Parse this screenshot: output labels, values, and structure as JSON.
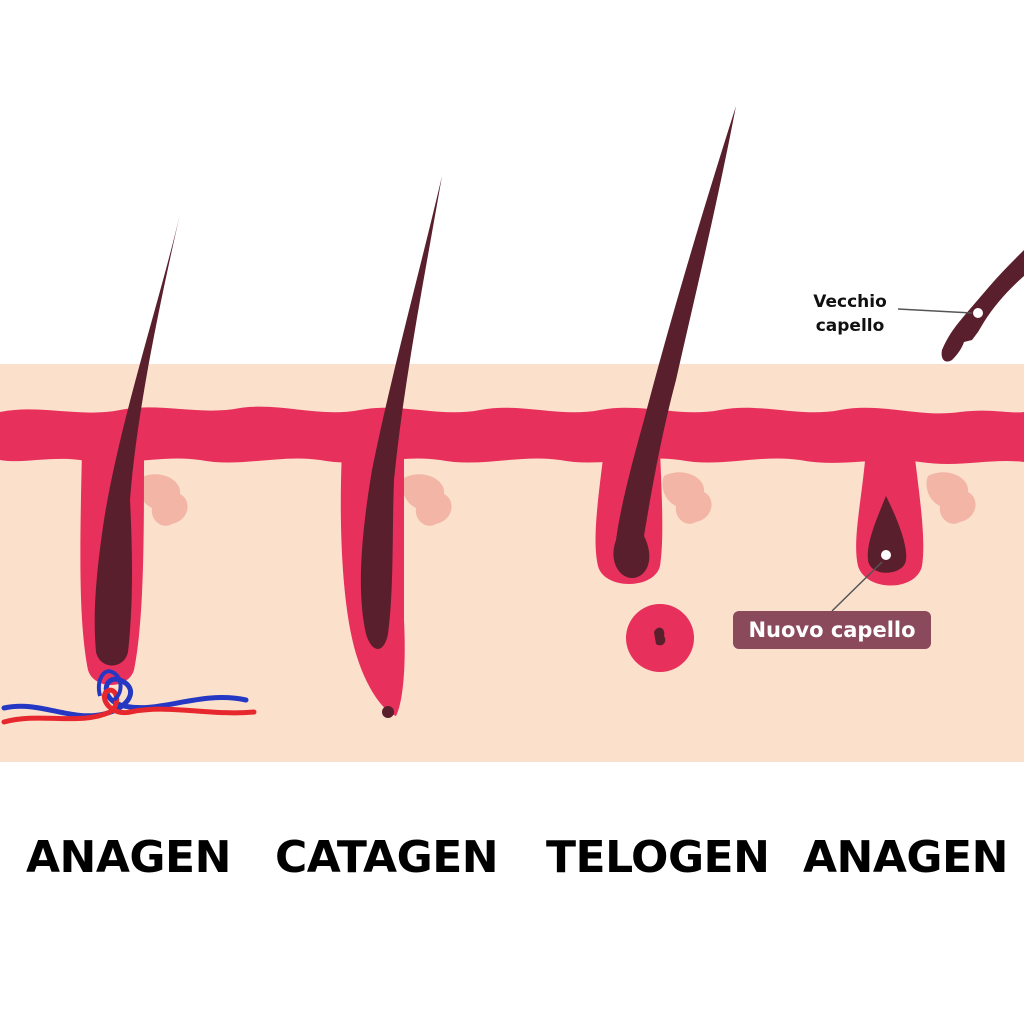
{
  "phases": [
    {
      "label": "ANAGEN"
    },
    {
      "label": "CATAGEN"
    },
    {
      "label": "TELOGEN"
    },
    {
      "label": "ANAGEN"
    }
  ],
  "callouts": {
    "old_hair": "Vecchio\ncapello",
    "new_hair": "Nuovo capello"
  },
  "colors": {
    "skin": "#fbe1cb",
    "dermis_band": "#e8305c",
    "hair": "#5a1f2d",
    "gland": "#f2b5a6",
    "artery": "#e6282e",
    "vein": "#2438c4",
    "label_box": "#8b4a5c"
  }
}
